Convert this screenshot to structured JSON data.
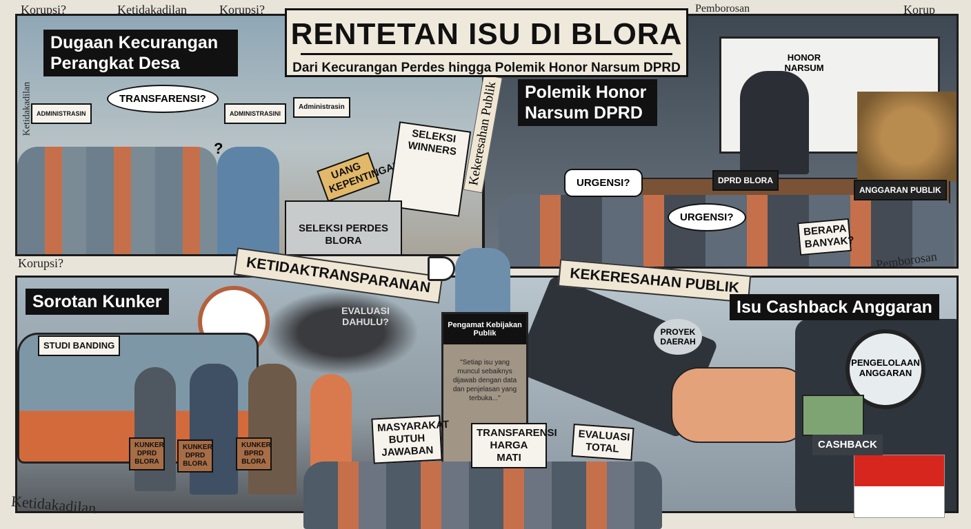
{
  "title": "RENTETAN ISU DI BLORA",
  "subtitle": "Dari Kecurangan Perdes hingga Polemik Honor Narsum DPRD",
  "newspaper_words": {
    "top_left_1": "Korupsi?",
    "top_left_2": "Ketidakadilan",
    "top_left_3": "Korupsi?",
    "top_right_1": "Pemborosan",
    "top_right_2": "Korup",
    "left_side": "Ketidakadilan",
    "mid_left": "Korupsi?",
    "mid_right": "Pemborosan",
    "bottom_left": "Ketidakadilan"
  },
  "panels": {
    "perdes": {
      "heading": "Dugaan Kecurangan Perangkat Desa",
      "buildings": [
        "ADMINISTRASIN",
        "ADMINISTRASINI",
        "Administrasin"
      ],
      "thought_bubble": "TRANSFARENSI?",
      "question_mark": "?",
      "envelope": "UANG KEPENTINGAN",
      "paper": "SELEKSI WINNERS",
      "ballot_box": "SELEKSI PERDES BLORA"
    },
    "honor": {
      "heading": "Polemik Honor Narsum DPRD",
      "screen_label": "HONOR NARSUM",
      "desk_label": "DPRD BLORA",
      "money_label": "ANGGARAN PUBLIK",
      "bubble_1": "URGENSI?",
      "bubble_2": "URGENSI?",
      "placard": "BERAPA BANYAK?",
      "vertical_ribbon": "Kekeresahan Publik"
    },
    "kunker": {
      "heading": "Sorotan Kunker",
      "bus_sign": "STUDI BANDING",
      "smoke_text": "EVALUASI DAHULU?",
      "suitcases": [
        "KUNKER DPRD BLORA",
        "KUNKER DPRD BLORA",
        "KUNKER BPRD BLORA"
      ]
    },
    "cashback": {
      "heading": "Isu Cashback Anggaran",
      "gear_label": "PROYEK DAERAH",
      "magnifier_label": "PENGELOLAAN ANGGARAN",
      "pocket_label": "CASHBACK"
    }
  },
  "ribbons": {
    "left": "KETIDAKTRANSPARANAN",
    "right": "KEKERESAHAN PUBLIK"
  },
  "podium": {
    "label": "Pengamat Kebijakan Publik",
    "quote": "\"Setiap isu yang muncul sebaiknys dijawab dengan data dan penjelasan yang terbuka...\""
  },
  "protest_signs": [
    "MASYARAKAT BUTUH JAWABAN",
    "TRANSFARENSI HARGA MATI",
    "EVALUASI TOTAL"
  ],
  "colors": {
    "accent": "#d4603a",
    "ink": "#111111",
    "paper": "#efe9dc",
    "flag_red": "#d7261e",
    "flag_white": "#ffffff"
  }
}
